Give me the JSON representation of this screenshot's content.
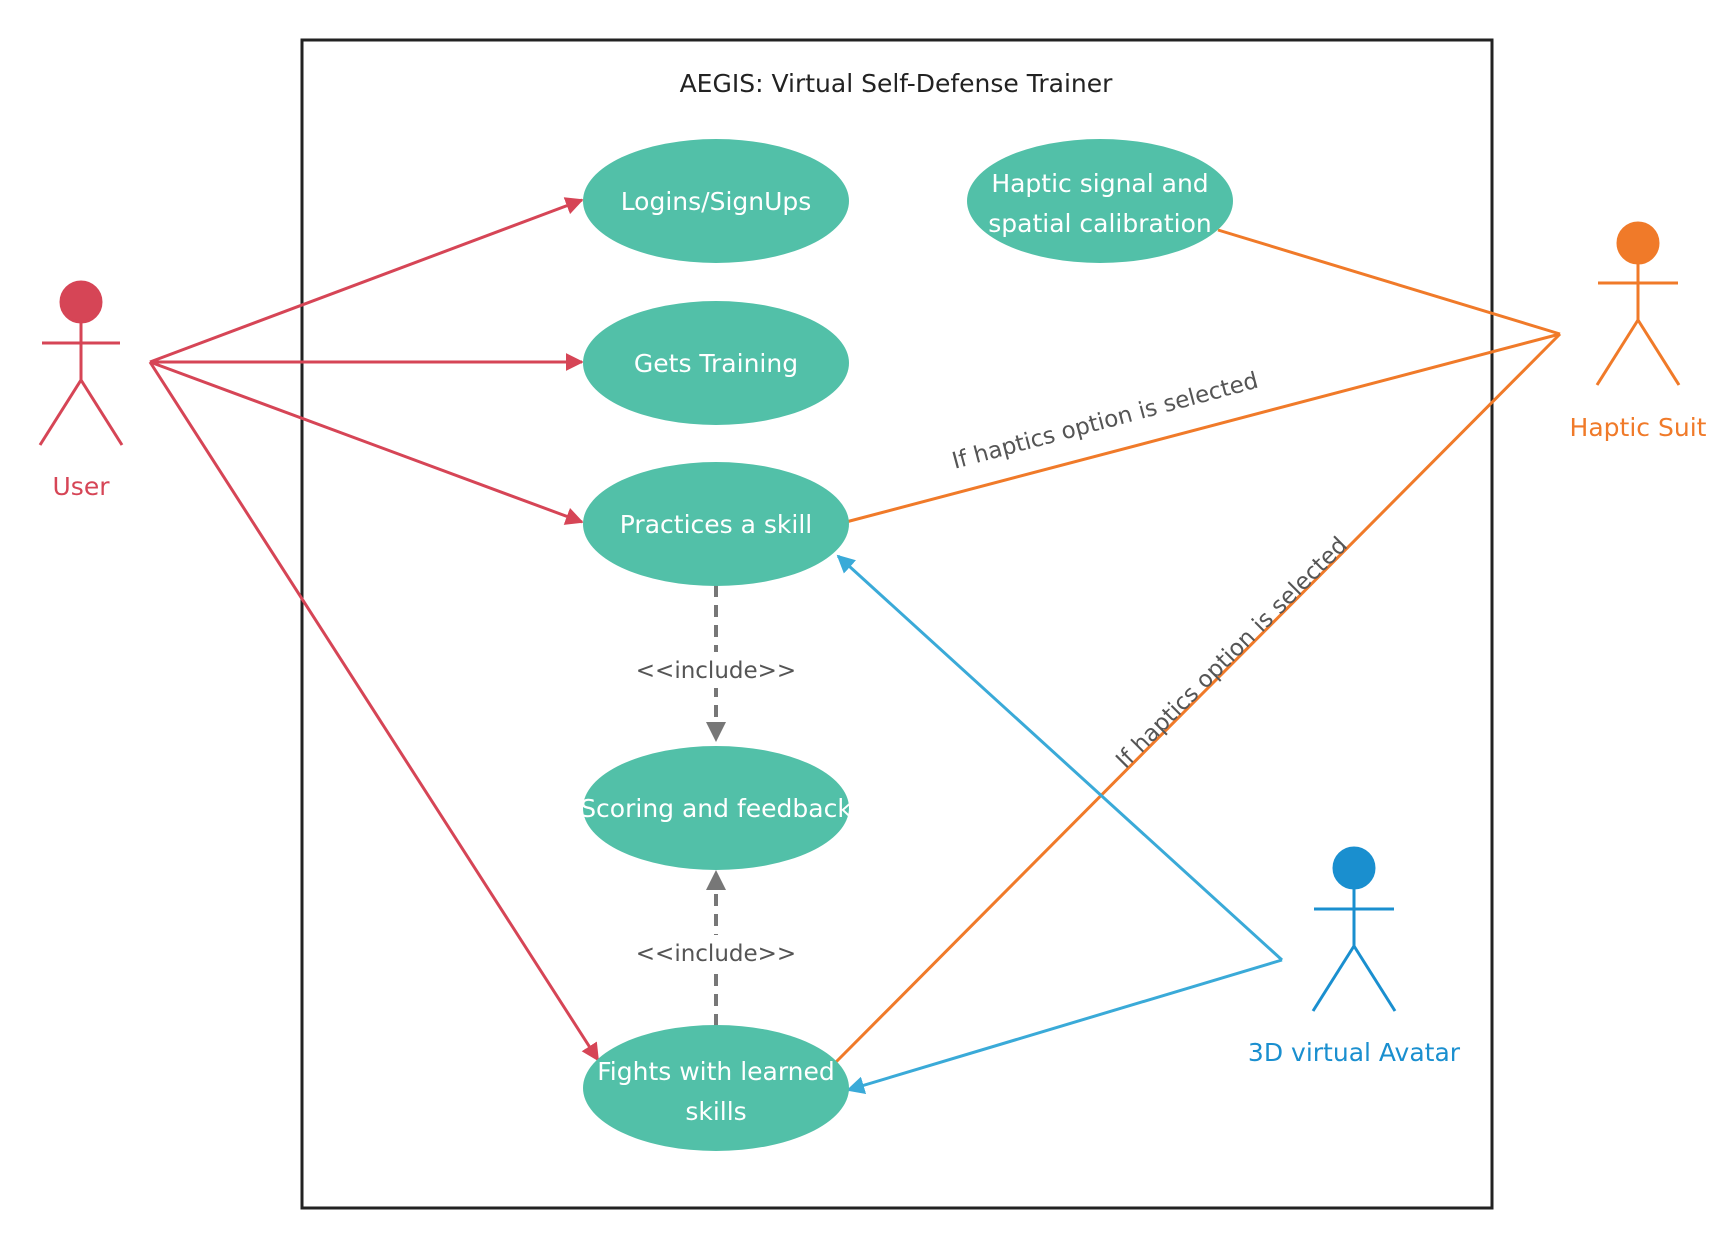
{
  "system": {
    "title": "AEGIS: Virtual Self-Defense Trainer"
  },
  "actors": {
    "user": {
      "label": "User",
      "color": "#d64556"
    },
    "haptic_suit": {
      "label": "Haptic Suit",
      "color": "#f07a29"
    },
    "avatar": {
      "label": "3D virtual Avatar",
      "color": "#1a8fcf"
    }
  },
  "use_cases": {
    "logins": {
      "line1": "Logins/SignUps",
      "line2": ""
    },
    "training": {
      "line1": "Gets Training",
      "line2": ""
    },
    "practice": {
      "line1": "Practices a skill",
      "line2": ""
    },
    "scoring": {
      "line1": "Scoring and feedback",
      "line2": ""
    },
    "fights": {
      "line1": "Fights with learned",
      "line2": "skills"
    },
    "haptic_cal": {
      "line1": "Haptic signal and",
      "line2": "spatial calibration"
    }
  },
  "relations": {
    "include_1": "<<include>>",
    "include_2": "<<include>>",
    "haptic_condition_1": "If haptics option is selected",
    "haptic_condition_2": "If haptics option is selected"
  },
  "colors": {
    "use_case_fill": "#52c0a8",
    "user_line": "#d64556",
    "haptic_line": "#f07a29",
    "avatar_line": "#3aaad8",
    "include_line": "#777777",
    "boundary": "#222222"
  }
}
